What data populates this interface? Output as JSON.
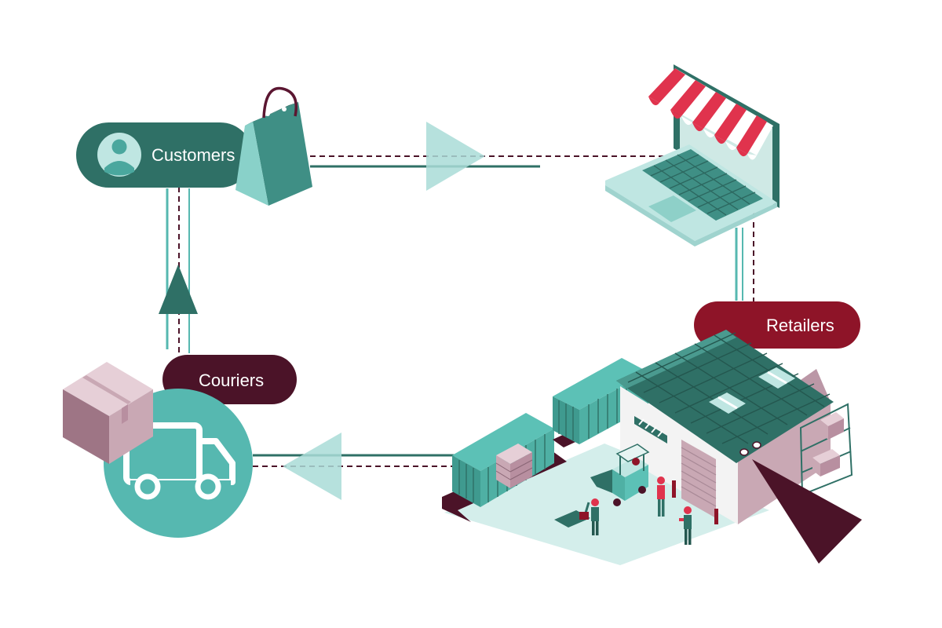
{
  "nodes": {
    "customers": {
      "label": "Customers"
    },
    "retailers": {
      "label": "Retailers"
    },
    "couriers": {
      "label": "Couriers"
    }
  },
  "colors": {
    "teal_dark": "#2f7066",
    "teal_mid": "#4a9a8f",
    "teal_light": "#56b8b0",
    "mint": "#bfe6e2",
    "maroon": "#8e1428",
    "wine": "#4b1328",
    "awning_red": "#e0334d",
    "box_mauve": "#c9a8b4"
  },
  "icons": [
    "person-icon",
    "shopping-bag-icon",
    "laptop-store-icon",
    "warehouse-icon",
    "shipping-container-icon",
    "forklift-icon",
    "worker-icon",
    "box-icon",
    "truck-icon",
    "pallet-jack-icon"
  ]
}
